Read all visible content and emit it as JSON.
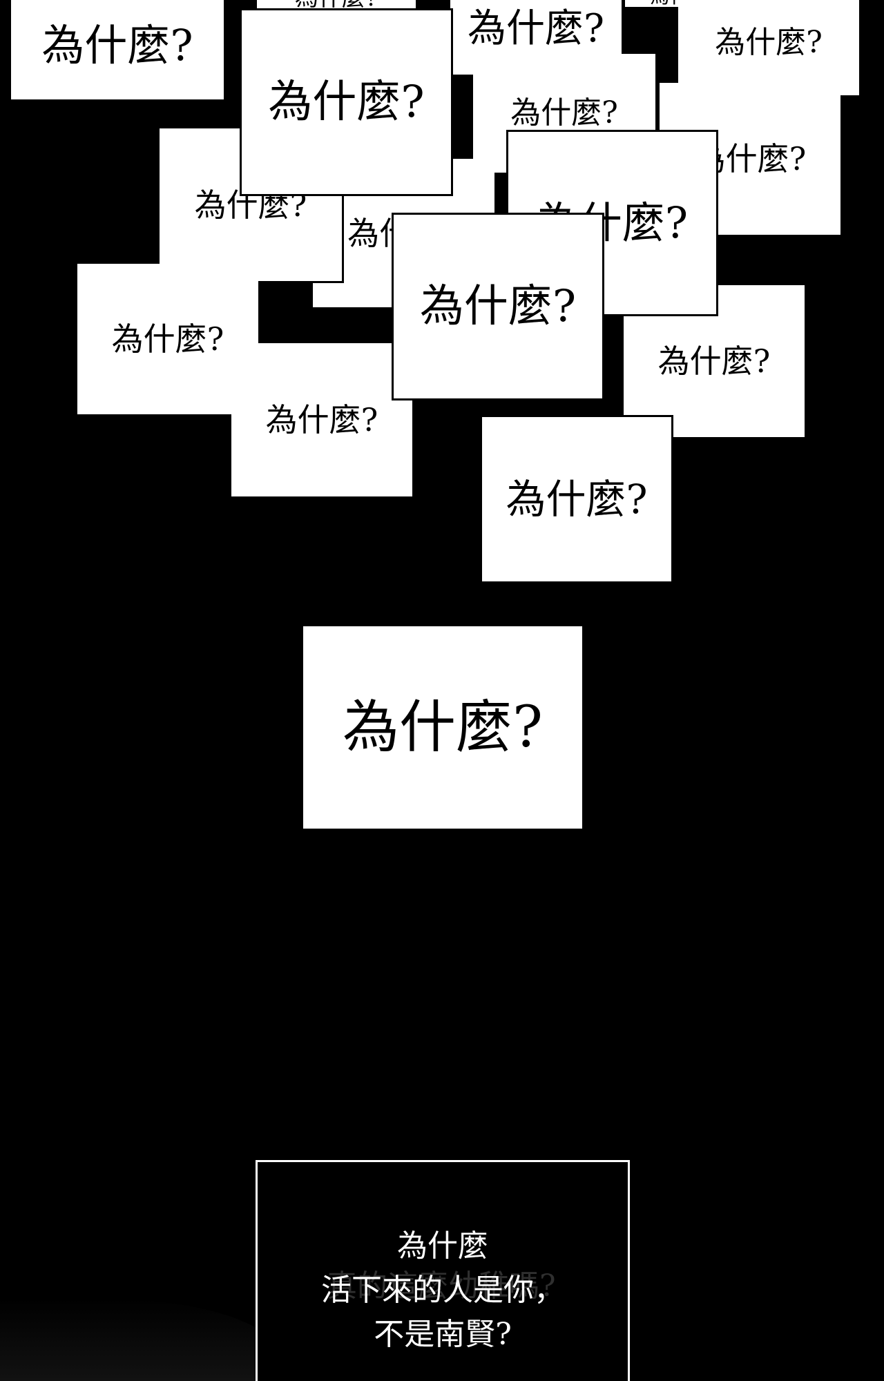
{
  "bubble_text": "為什麼?",
  "closing_caption": {
    "line1": "為什麼",
    "line2": "活下來的人是你，",
    "line3": "不是南賢?",
    "ghost": "真的這麼幼稚嗎?"
  },
  "colors": {
    "background": "#000000",
    "box_fill": "#ffffff",
    "box_text": "#000000",
    "caption_text": "#ffffff"
  }
}
